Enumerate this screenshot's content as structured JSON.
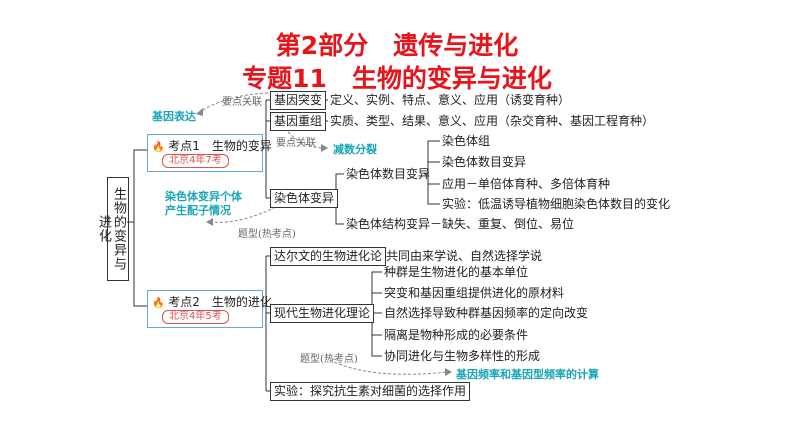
{
  "title": {
    "line1": "第2部分　遗传与进化",
    "line2": "专题11　生物的变异与进化"
  },
  "root": "生物的变异与进化",
  "kaodian1": {
    "fire": "🔥",
    "label": "考点1　生物的变异",
    "sub": "北京4年7考"
  },
  "kaodian2": {
    "fire": "🔥",
    "label": "考点2　生物的进化",
    "sub": "北京4年5考"
  },
  "branch1": {
    "gene_mutation": {
      "box": "基因突变",
      "desc": "定义、实例、特点、意义、应用（诱变育种）"
    },
    "gene_recomb": {
      "box": "基因重组",
      "desc": "实质、类型、结果、意义、应用（杂交育种、基因工程育种）"
    },
    "chrom_var": {
      "box": "染色体变异",
      "number": {
        "label": "染色体数目变异",
        "items": [
          "染色体组",
          "染色体数目变异",
          "应用－单倍体育种、多倍体育种",
          "实验：低温诱导植物细胞染色体数目的变化"
        ]
      },
      "structure": {
        "label": "染色体结构变异－缺失、重复、倒位、易位"
      }
    },
    "notes": {
      "yaodian1": "要点关联",
      "gene_expr": "基因表达",
      "yaodian2": "要点关联",
      "meiosis": "减数分裂",
      "tixing": "题型(热考点)",
      "chrom_ind": "染色体变异个体产生配子情况"
    }
  },
  "branch2": {
    "darwin": {
      "box": "达尔文的生物进化论",
      "desc": "共同由来学说、自然选择学说"
    },
    "modern": {
      "box": "现代生物进化理论",
      "items": [
        "种群是生物进化的基本单位",
        "突变和基因重组提供进化的原材料",
        "自然选择导致种群基因频率的定向改变",
        "隔离是物种形成的必要条件",
        "协同进化与生物多样性的形成"
      ]
    },
    "experiment": {
      "box": "实验：探究抗生素对细菌的选择作用"
    },
    "notes": {
      "tixing": "题型(热考点)",
      "calc": "基因频率和基因型频率的计算"
    }
  },
  "colors": {
    "title": "#e8141b",
    "note_cyan": "#1aa5b8",
    "kp_border": "#6aa9d6",
    "tag": "#d9534f"
  }
}
